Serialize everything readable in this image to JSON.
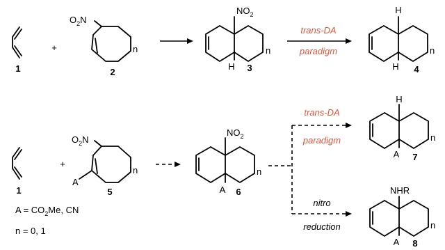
{
  "colors": {
    "accent": "#e8543a",
    "ink": "#000000"
  },
  "compounds": {
    "c1_top": "1",
    "c2": "2",
    "c3": "3",
    "c4": "4",
    "c1_bottom": "1",
    "c5": "5",
    "c6": "6",
    "c7": "7",
    "c8": "8"
  },
  "atoms": {
    "o2n_top": "O",
    "o2n_top_sub": "2",
    "o2n_top_n": "N",
    "no2_3": "NO",
    "no2_3_sub": "2",
    "h_3": "H",
    "h_top_4": "H",
    "h_bot_4": "H",
    "o2n_bottom": "O",
    "o2n_bottom_sub": "2",
    "o2n_bottom_n": "N",
    "a_5": "A",
    "no2_6": "NO",
    "no2_6_sub": "2",
    "a_6": "A",
    "h_7": "H",
    "a_7": "A",
    "nhr_8": "NHR",
    "a_8": "A"
  },
  "ring_size": {
    "n_2": "n",
    "n_3": "n",
    "n_4": "n",
    "n_5": "n",
    "n_6": "n",
    "n_7": "n",
    "n_8": "n"
  },
  "plus": {
    "top": "+",
    "bottom": "+"
  },
  "conditions": {
    "trans_da_top": "trans-DA",
    "paradigm_top": "paradigm",
    "trans_da_bottom": "trans-DA",
    "paradigm_bottom": "paradigm",
    "nitro": "nitro",
    "reduction": "reduction"
  },
  "definitions": {
    "a_prefix": "A = CO",
    "a_sub": "2",
    "a_suffix": "Me, CN",
    "n_def": "n = 0, 1"
  }
}
